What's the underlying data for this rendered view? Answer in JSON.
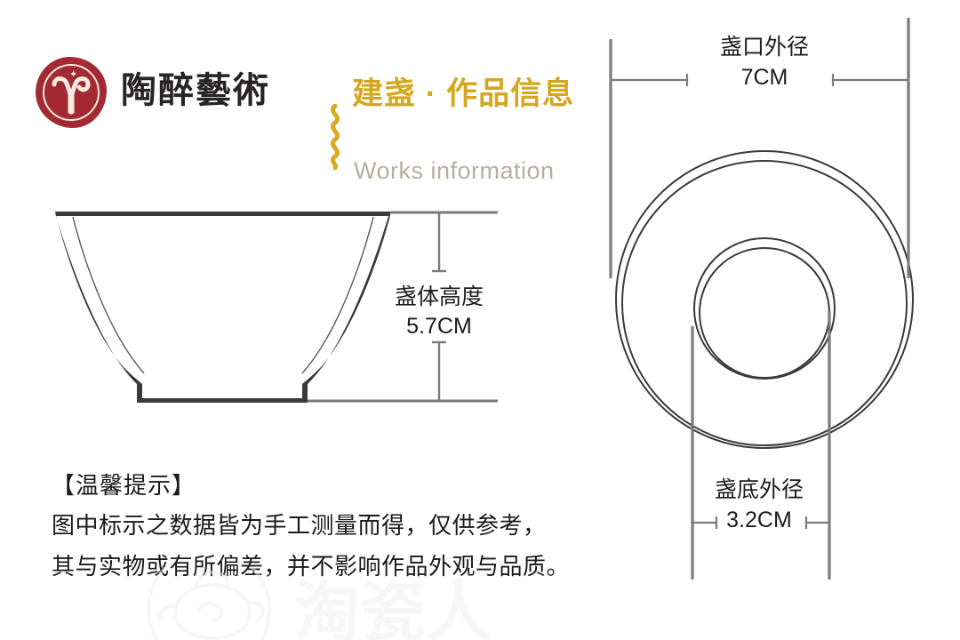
{
  "header": {
    "logo": {
      "icon": "tao-zui-seal-logo",
      "star_glyph": "✦",
      "color": "#a32a33"
    },
    "brand_cn": "陶醉藝術",
    "divider_icon": "wavy-divider-icon",
    "title_cn": "建盏 · 作品信息",
    "title_en": "Works information",
    "gold_color": "#d3a81e",
    "en_color": "#b6b09d"
  },
  "side_view": {
    "name": "bowl-side-view",
    "dimension": {
      "label": "盏体高度",
      "value": "5.7CM"
    }
  },
  "plan_view": {
    "name": "bowl-top-view",
    "top_dimension": {
      "label": "盏口外径",
      "value": "7CM"
    },
    "bottom_dimension": {
      "label": "盏底外径",
      "value": "3.2CM"
    }
  },
  "notice": {
    "title": "【温馨提示】",
    "lines": [
      "图中标示之数据皆为手工测量而得，仅供参考，",
      "其与实物或有所偏差，并不影响作品外观与品质。"
    ]
  },
  "watermark": {
    "icon": "teapot-watermark-icon",
    "text": "淘瓷人"
  }
}
